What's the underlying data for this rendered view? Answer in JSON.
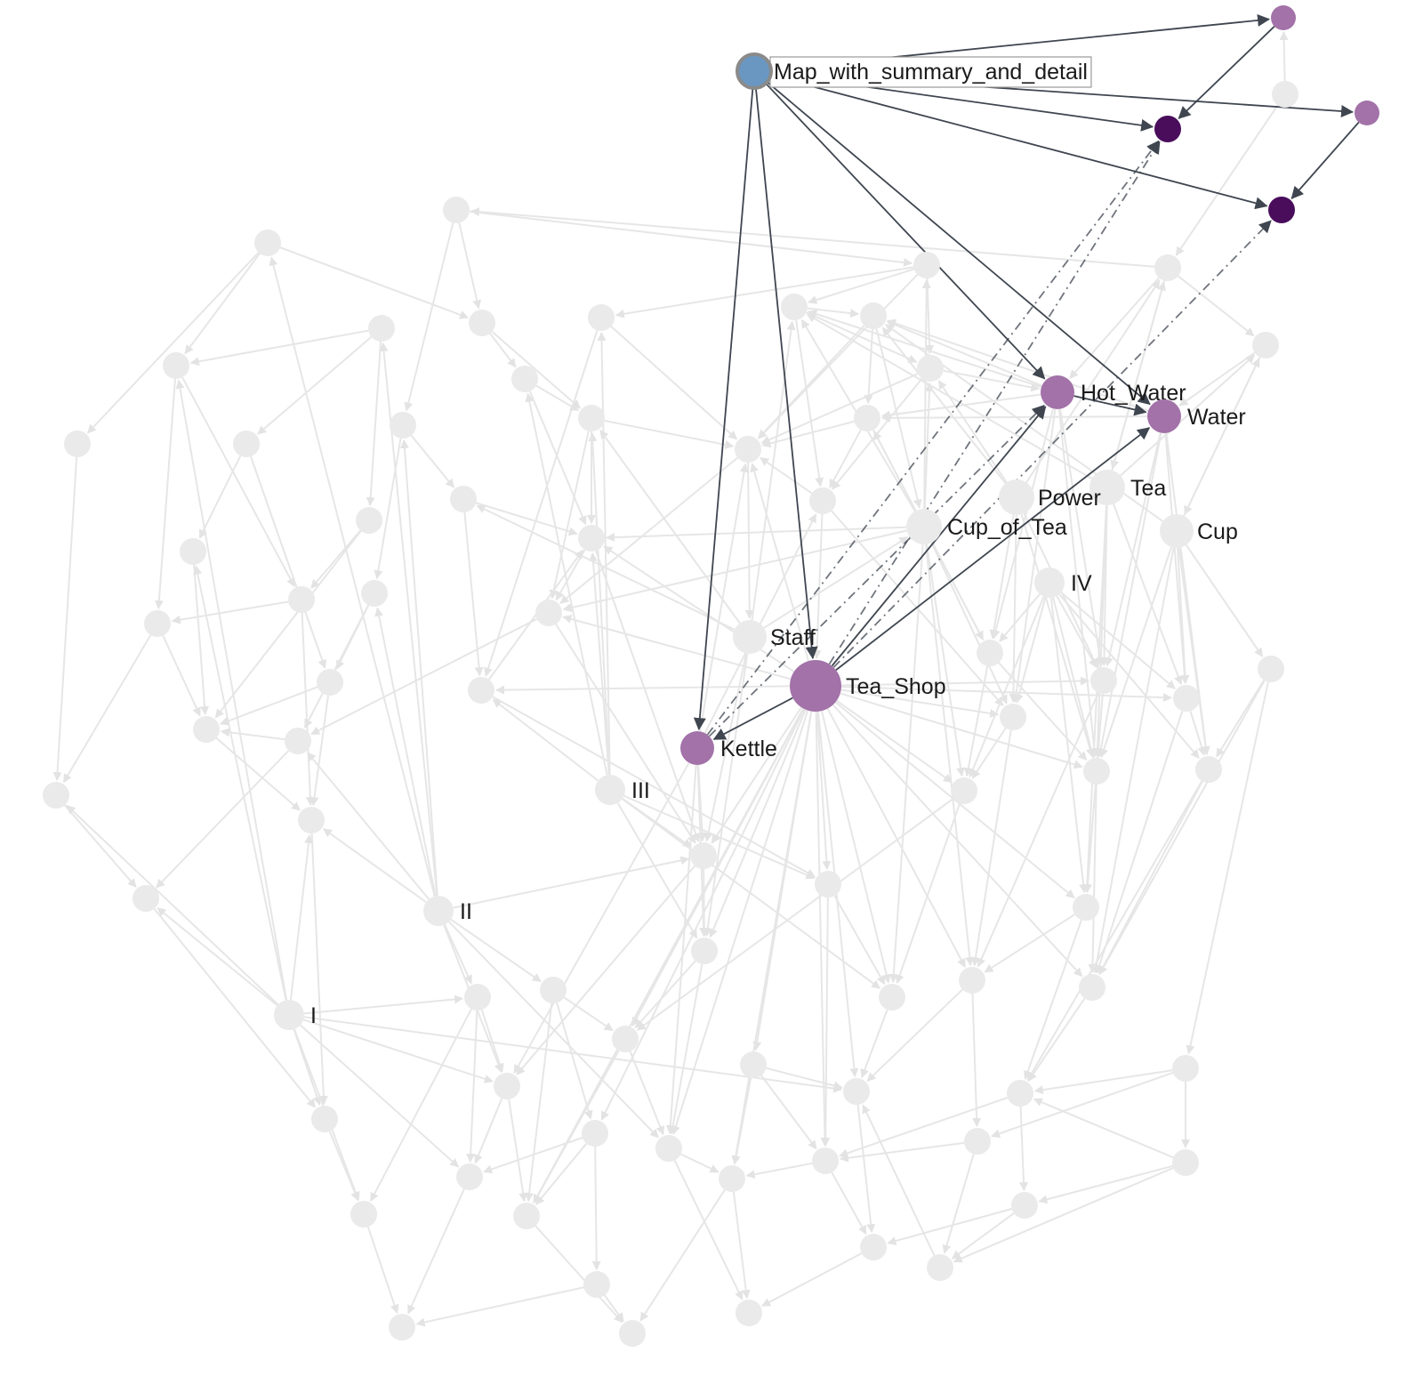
{
  "graph": {
    "selected_node": "Map_with_summary_and_detail",
    "labels": {
      "map_with_summary_and_detail": "Map_with_summary_and_detail",
      "hot_water": "Hot_Water",
      "water": "Water",
      "power": "Power",
      "tea": "Tea",
      "cup_of_tea": "Cup_of_Tea",
      "cup": "Cup",
      "iv": "IV",
      "staff": "Staff",
      "tea_shop": "Tea_Shop",
      "kettle": "Kettle",
      "iii": "III",
      "ii": "II",
      "i": "I"
    },
    "colors": {
      "selected_node": "#6a97c2",
      "selected_ring": "#8a8a8a",
      "related_node": "#a272a8",
      "related_node_dark": "#4a0d5c",
      "faded_node": "#eaeaea",
      "faded_edge": "#e6e6e6",
      "highlight_edge": "#3f4650"
    }
  }
}
